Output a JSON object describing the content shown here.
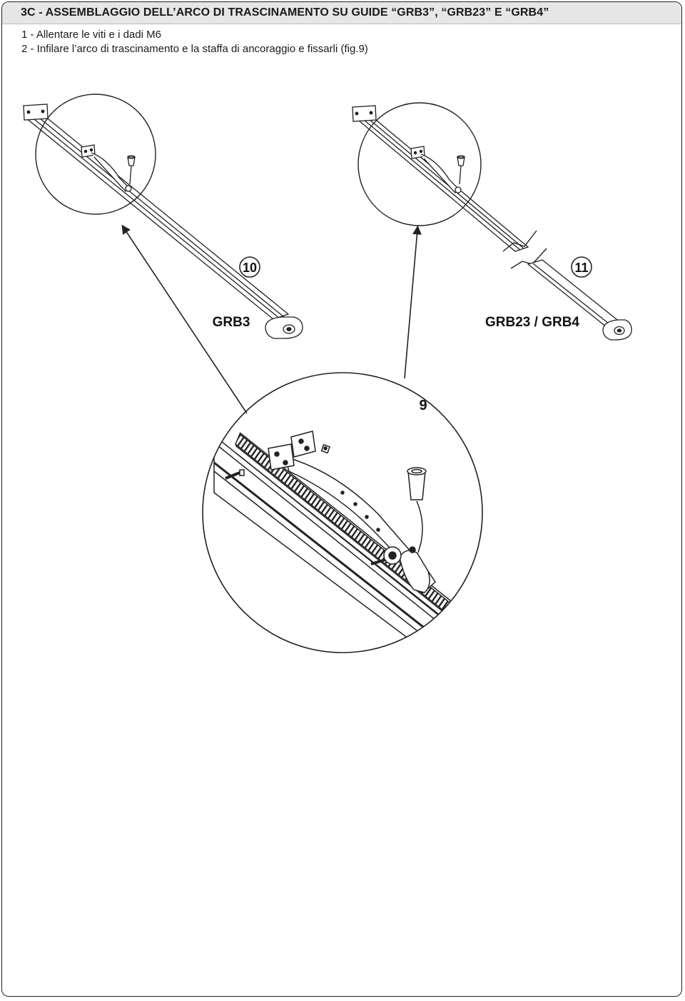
{
  "header": {
    "title": "3C - ASSEMBLAGGIO DELL’ARCO DI TRASCINAMENTO SU GUIDE “GRB3”, “GRB23” E “GRB4”"
  },
  "steps": [
    {
      "text": "1 - Allentare le viti e i dadi M6"
    },
    {
      "text": "2 - Infilare l’arco di trascinamento e la staffa di ancoraggio e fissarli (fig.9)"
    }
  ],
  "figures": {
    "left": {
      "number": "10",
      "label": "GRB3"
    },
    "right": {
      "number": "11",
      "label": "GRB23 / GRB4"
    },
    "detail": {
      "number": "9"
    }
  }
}
